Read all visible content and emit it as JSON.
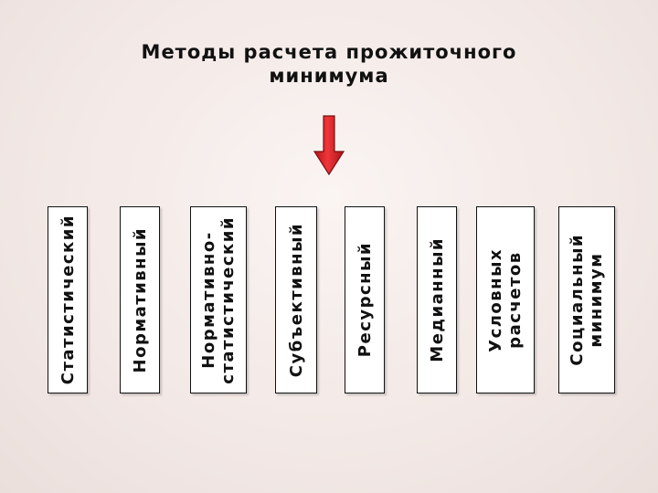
{
  "title": {
    "line1": "Методы расчета прожиточного",
    "line2": "минимума"
  },
  "arrow": {
    "icon": "down-arrow-icon",
    "color": "#e0262a",
    "outline": "#7a0f12"
  },
  "methods": [
    {
      "label": "Статистический"
    },
    {
      "label": "Нормативный"
    },
    {
      "label": "Нормативно-\nстатистический"
    },
    {
      "label": "Субъективный"
    },
    {
      "label": "Ресурсный"
    },
    {
      "label": "Медианный"
    },
    {
      "label": "Условных\nрасчетов"
    },
    {
      "label": "Социальный\nминимум"
    }
  ]
}
